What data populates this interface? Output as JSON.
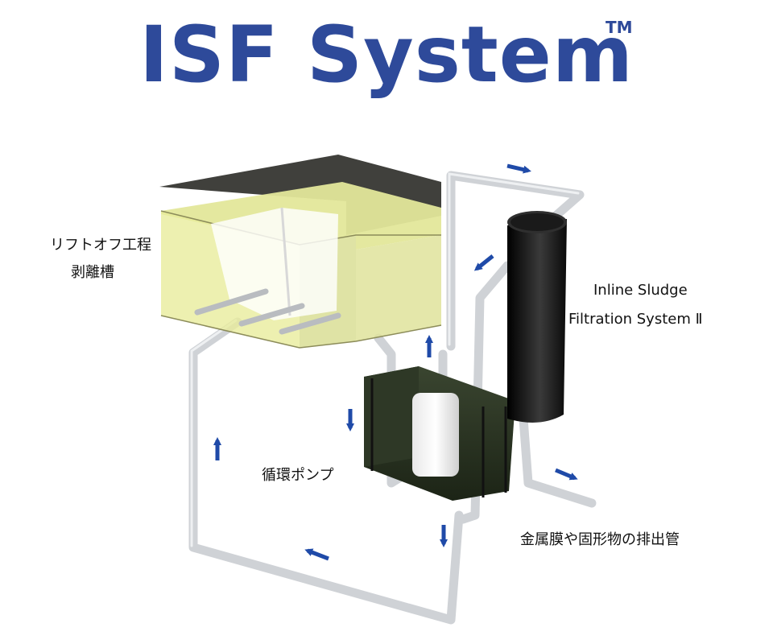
{
  "title": "ISF System",
  "trademark": "TM",
  "colors": {
    "title": "#2e4a9a",
    "arrow": "#1f4aa8",
    "tank_liquid": "#e8ec9a",
    "tank_dark": "#2a2a22",
    "pipe": "#cfd2d6",
    "pump_body": "#2b3322",
    "filter_cylinder": "#141414"
  },
  "labels": {
    "stripping_tank_line1": "リフトオフ工程",
    "stripping_tank_line2": "剥離槽",
    "filter_line1": "Inline Sludge",
    "filter_line2": "Filtration System Ⅱ",
    "pump": "循環ポンプ",
    "discharge": "金属膜や固形物の排出管"
  },
  "flow_arrows": [
    {
      "direction": "right",
      "icon": "arrow-right-icon"
    },
    {
      "direction": "down-left",
      "icon": "arrow-down-left-icon"
    },
    {
      "direction": "up",
      "icon": "arrow-up-icon"
    },
    {
      "direction": "down",
      "icon": "arrow-down-icon"
    },
    {
      "direction": "up",
      "icon": "arrow-up-icon"
    },
    {
      "direction": "down",
      "icon": "arrow-down-icon"
    },
    {
      "direction": "left",
      "icon": "arrow-left-icon"
    },
    {
      "direction": "right",
      "icon": "arrow-right-icon"
    }
  ]
}
